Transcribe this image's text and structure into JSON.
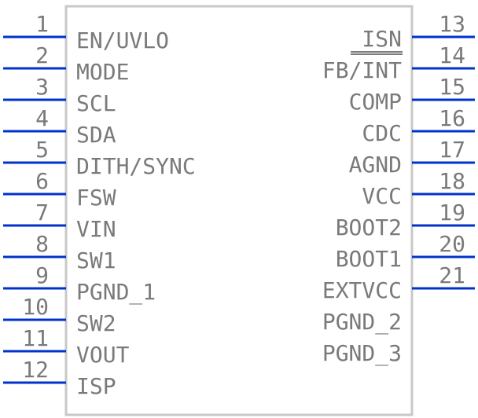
{
  "component": {
    "left_pins": [
      {
        "number": "1",
        "label": "EN/UVLO"
      },
      {
        "number": "2",
        "label": "MODE"
      },
      {
        "number": "3",
        "label": "SCL"
      },
      {
        "number": "4",
        "label": "SDA"
      },
      {
        "number": "5",
        "label": "DITH/SYNC"
      },
      {
        "number": "6",
        "label": "FSW"
      },
      {
        "number": "7",
        "label": "VIN"
      },
      {
        "number": "8",
        "label": "SW1"
      },
      {
        "number": "9",
        "label": "PGND_1"
      },
      {
        "number": "10",
        "label": "SW2"
      },
      {
        "number": "11",
        "label": "VOUT"
      },
      {
        "number": "12",
        "label": "ISP"
      }
    ],
    "right_pins": [
      {
        "number": "13",
        "label": "ISN"
      },
      {
        "number": "14",
        "label": "FB/INT"
      },
      {
        "number": "15",
        "label": "COMP"
      },
      {
        "number": "16",
        "label": "CDC"
      },
      {
        "number": "17",
        "label": "AGND"
      },
      {
        "number": "18",
        "label": "VCC"
      },
      {
        "number": "19",
        "label": "BOOT2"
      },
      {
        "number": "20",
        "label": "BOOT1"
      },
      {
        "number": "21",
        "label": "EXTVCC"
      }
    ],
    "right_labels_no_pin": [
      {
        "label": "PGND_2"
      },
      {
        "label": "PGND_3"
      }
    ],
    "colors": {
      "pin_line": "#0033cc",
      "text": "#7a7a7a",
      "body_outline": "#c8c8c8"
    }
  }
}
